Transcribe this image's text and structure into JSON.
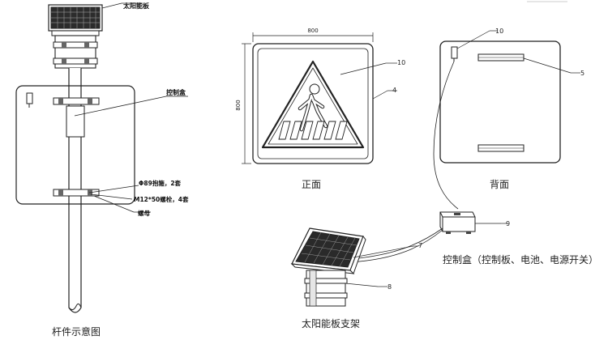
{
  "labels": {
    "solar_panel": "太阳能板",
    "control_box": "控制盒",
    "clamp": "Φ89抱箍，2套",
    "bolt": "M12*50螺栓，4套",
    "nut": "螺母",
    "pole_caption": "杆件示意图",
    "front_caption": "正面",
    "back_caption": "背面",
    "control_box_caption": "控制盒（控制板、电池、电源开关）",
    "solar_bracket_caption": "太阳能板支架",
    "dim_width": "800",
    "dim_height": "800"
  },
  "callouts": {
    "c4": "4",
    "c5": "5",
    "c7": "7",
    "c8": "8",
    "c9": "9",
    "c10_front": "10",
    "c10_back": "10"
  }
}
